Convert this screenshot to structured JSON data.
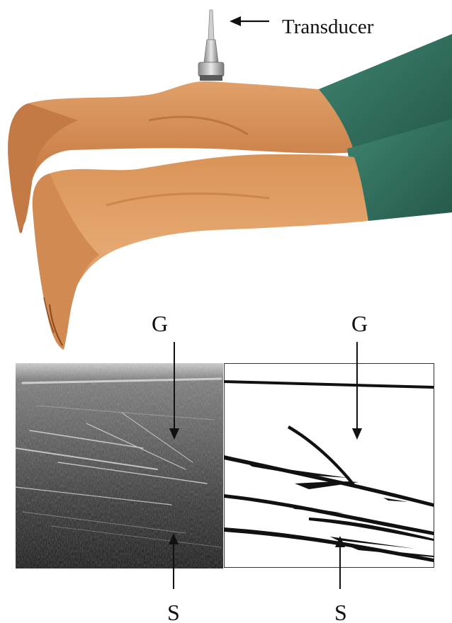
{
  "labels": {
    "transducer": "Transducer",
    "gastrocnemius_left": "G",
    "gastrocnemius_right": "G",
    "soleus_left": "S",
    "soleus_right": "S"
  },
  "colors": {
    "skin": "#d7905a",
    "skin_shadow": "#a6582c",
    "shorts": "#2f6f5e",
    "ultrasound_background": "#3a3a3a",
    "line_art": "#111111"
  }
}
